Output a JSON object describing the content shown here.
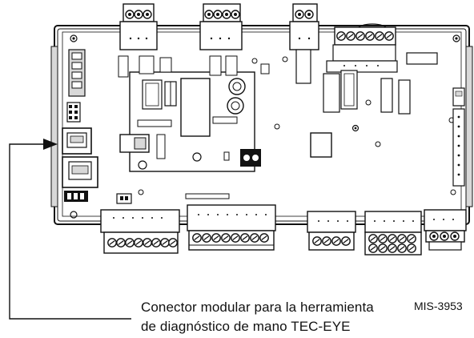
{
  "callout": {
    "line1": "Conector modular para la herramienta",
    "line2": "de diagnóstico de mano TEC-EYE"
  },
  "figure_code": "MIS-3953",
  "colors": {
    "stroke": "#111111",
    "fill_light": "#ffffff",
    "fill_gray": "#d8d8d8",
    "terminal_green": "#3a3a3a"
  }
}
